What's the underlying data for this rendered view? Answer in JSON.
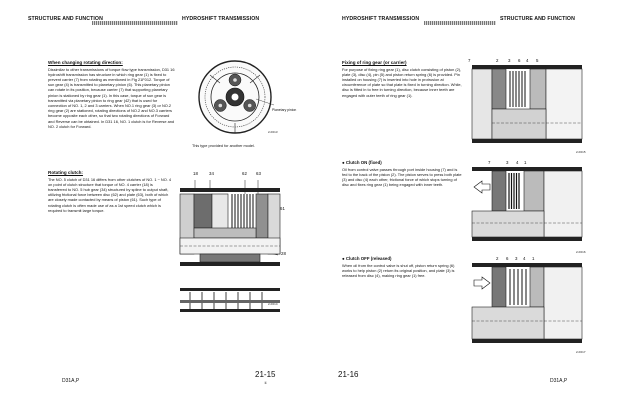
{
  "left_page": {
    "header_left": "STRUCTURE AND FUNCTION",
    "header_right": "HYDROSHIFT TRANSMISSION",
    "section1": {
      "title": "When changing rotating direction:",
      "body": "Dissimilar to other transmissions of torque flow type transmission, D31 16 hydroshift transmission has structure in which ring gear (1) is fixed to prevent carrier (7) from rotating as mentioned in Fig 21F012. Torque of sun gear (4) is transmitted to planetary pinion (6). This planetary pinion can rotate in its position, because carrier (7) that supporting planetary pinion is stationed by ring gear (1). In this case, torque of sun gear is transmitted via planetary pinion to ring gear (42) that is used for connection of NO. 1, 2 and 3 carriers. When NO.1 ring gear (3) or NO.2 ring gear (2) are stationed, rotating directions of NO.2 and NO.3 carriers become opposite each other, so that two rotating directions of Forward and Reverse can be obtained. In D31 16, NO. 1 clutch is for Reverse and NO. 2 clutch for Forward."
    },
    "section2": {
      "title": "Rotating clutch:",
      "body": "The NO. 5 clutch of D31 16 differs from other clutches of NO. 1 ~ NO. 4 on point of clutch structure that torque of NO. 4 carrier (18) is transferred to NO. 5 hub gear (34) structured by spline to output shaft, utilizing frictional force between disc (62) and plate (63), both of which are closely made contacted by means of piston (61). Such type of rotating clutch is often made use of as a 1st speed clutch which is required to transmit large torque."
    },
    "fig1_caption": "This type provided for another model.",
    "fig1_label": "Planetary pinion",
    "fig1_code": "2-F013",
    "fig2_callouts_top": [
      "18",
      "34",
      "62",
      "63"
    ],
    "fig2_callouts_side": [
      "61",
      "28"
    ],
    "fig2_code": "2-F014",
    "footer_model": "D31A,P",
    "page_number": "21-15",
    "page_sub": "①"
  },
  "right_page": {
    "header_left": "HYDROSHIFT TRANSMISSION",
    "header_right": "STRUCTURE AND FUNCTION",
    "section1": {
      "title": "Fixing of ring gear (or carrier)",
      "body": "For purpose of fixing ring gear (1), disc clutch consisting of piston (2), plate (3), disc (4), pin (5) and piston return spring (6) is provided. Pin installed on housing (7) is inserted into hole in protrusion at circumference of plate so that plate is fixed in turning direction. While, disc is fitted in to free in turning direction, because inner teeth are engaged with outer teeth of ring gear (1)."
    },
    "section2": {
      "title": "Clutch ON (fixed)",
      "body": "Oil from control valve passes through port inside housing (7) and is fed to the back of the piston (2). The piston serves to press both plate (3) and disc (4) each other, frictional force of which stops turning of disc and fixes ring gear (1) being engaged with inner teeth."
    },
    "section3": {
      "title": "Clutch OFF (released)",
      "body": "When oil from the control valve is shut off, piston return spring (6) works to help piston (2) return its original position, and plate (3) is released from disc (4), making ring gear (1) free."
    },
    "fig1_callouts": [
      "7",
      "2",
      "3",
      "6",
      "4",
      "5"
    ],
    "fig1_code": "2-F015",
    "fig2_callouts": [
      "7",
      "3",
      "4",
      "1"
    ],
    "fig2_code": "2-F016",
    "fig3_callouts": [
      "2",
      "6",
      "3",
      "4",
      "1"
    ],
    "fig3_code": "2-F017",
    "footer_model": "D31A,P",
    "page_number": "21-16"
  }
}
